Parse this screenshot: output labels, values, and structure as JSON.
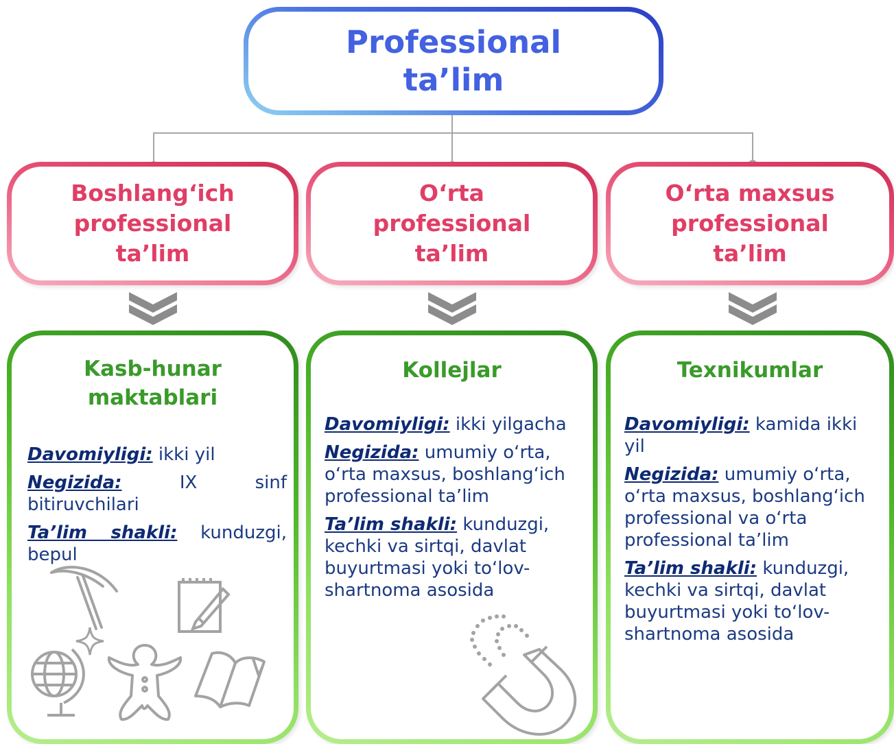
{
  "top": {
    "title": "Professional ta’lim"
  },
  "levels": [
    {
      "title": "Boshlang‘ich professional ta’lim"
    },
    {
      "title": "O‘rta professional ta’lim"
    },
    {
      "title": "O‘rta maxsus professional ta’lim"
    }
  ],
  "institutions": [
    {
      "title": "Kasb-hunar maktablari",
      "duration_label": "Davomiyligi:",
      "duration": " ikki yil",
      "basis_label": "Negizida:",
      "basis": "IX sinf bitiruvchilari",
      "form_label": "Ta’lim shakli:",
      "form": "kunduzgi, bepul"
    },
    {
      "title": "Kollejlar",
      "duration_label": "Davomiyligi:",
      "duration": " ikki yilgacha",
      "basis_label": "Negizida:",
      "basis": " umumiy o‘rta, o‘rta maxsus, boshlang‘ich professional ta’lim",
      "form_label": "Ta’lim shakli:",
      "form": " kunduzgi, kechki va sirtqi, davlat buyurtmasi yoki to‘lov-shartnoma asosida"
    },
    {
      "title": "Texnikumlar",
      "duration_label": "Davomiyligi:",
      "duration": " kamida ikki yil",
      "basis_label": "Negizida:",
      "basis": " umumiy o‘rta, o‘rta maxsus, boshlang‘ich professional va o‘rta professional ta’lim",
      "form_label": "Ta’lim shakli:",
      "form": " kunduzgi, kechki va sirtqi, davlat buyurtmasi yoki to‘lov-shartnoma asosida"
    }
  ],
  "icons": [
    "pickaxe-icon",
    "notepad-icon",
    "sparkle-icon",
    "globe-icon",
    "gingerbread-icon",
    "book-icon",
    "magnet-icon"
  ],
  "colors": {
    "top_text": "#4361e0",
    "pink_text": "#e03e67",
    "green_text": "#3a9a2a",
    "body_text": "#1b3a82"
  }
}
